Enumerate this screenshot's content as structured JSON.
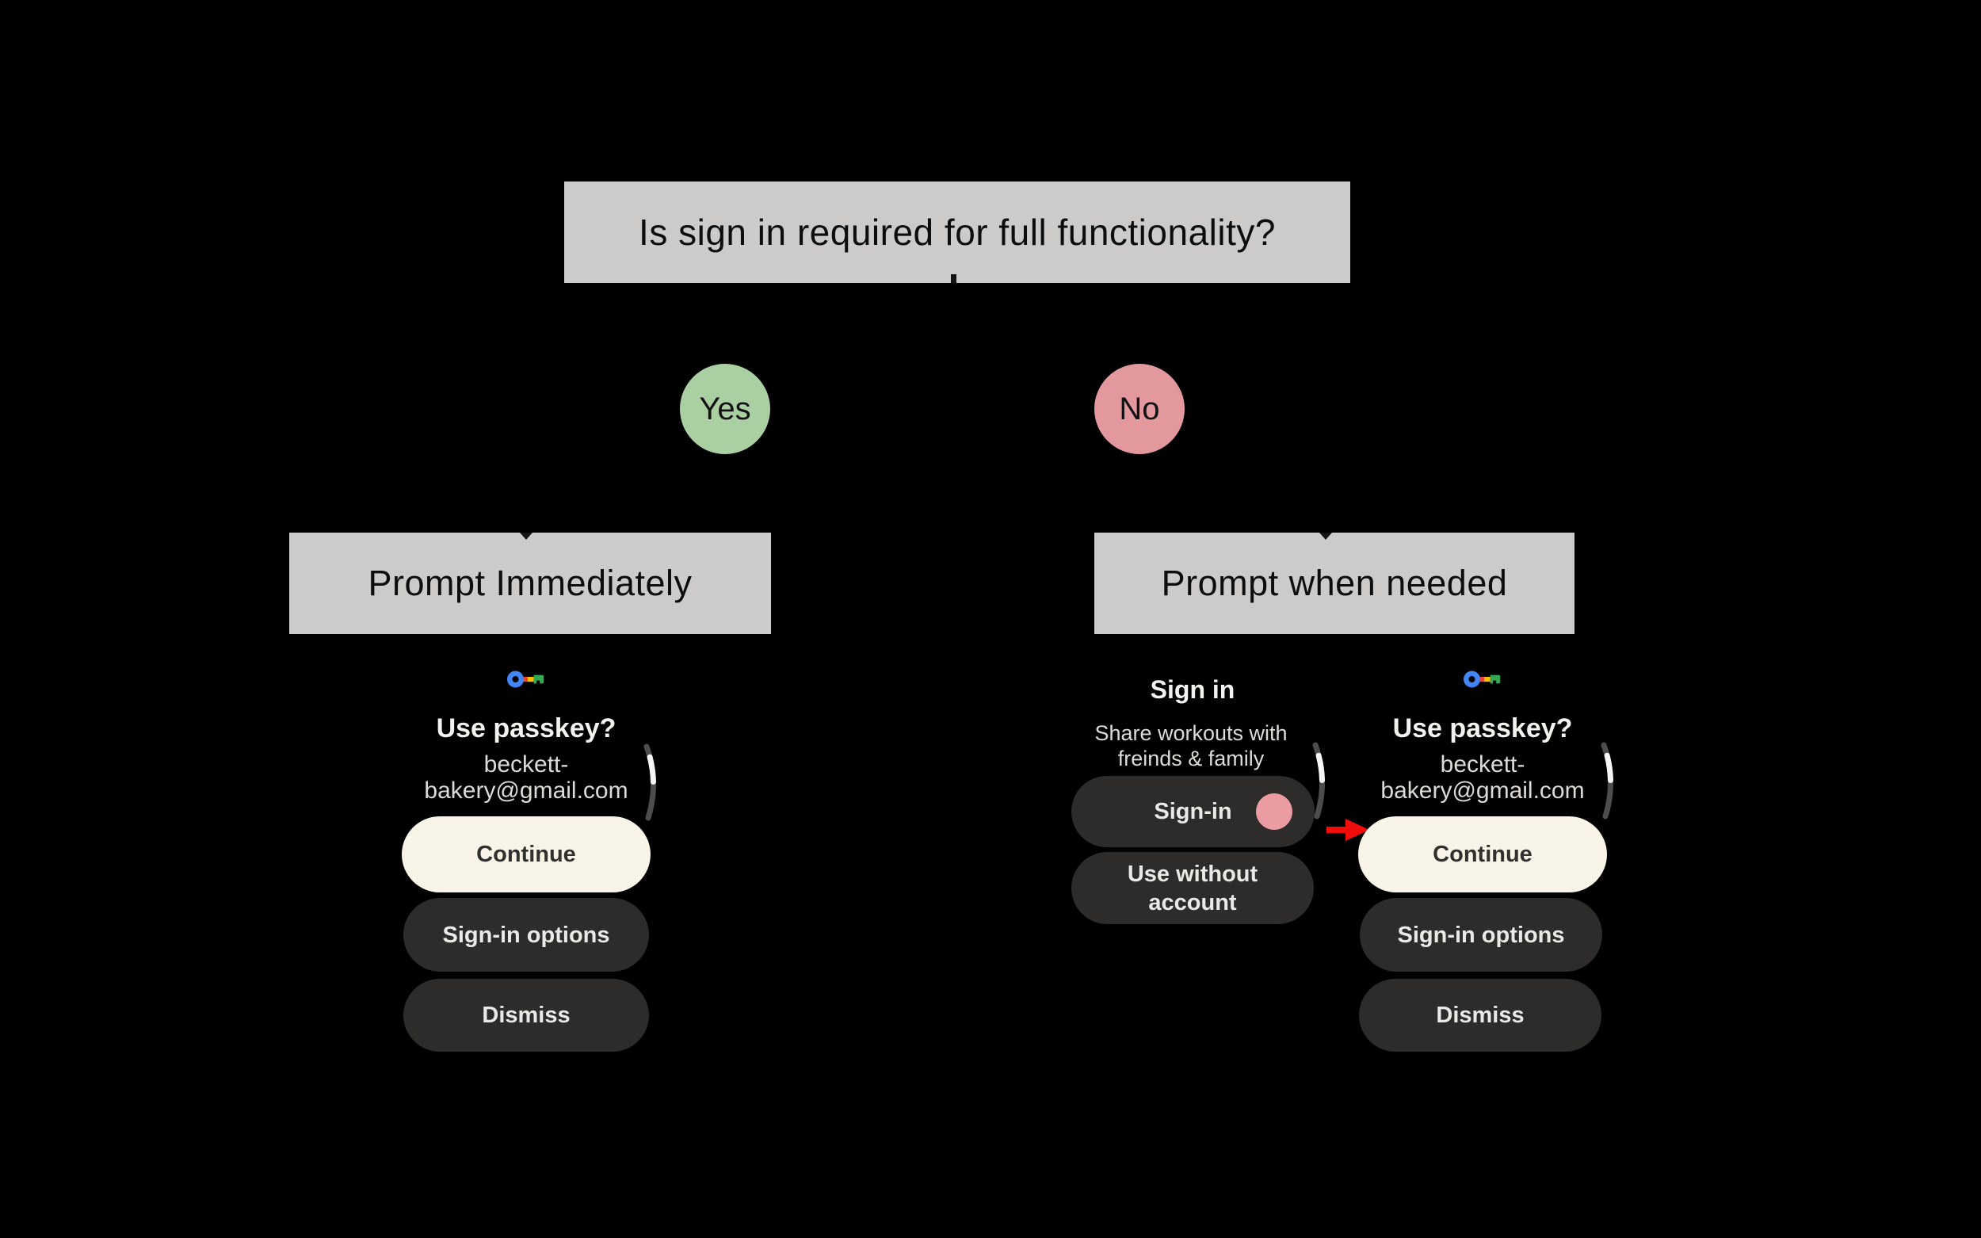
{
  "colors": {
    "background": "#000000",
    "flow_box_bg": "#cccbca",
    "flow_box_text": "#0d0d0d",
    "yes_circle": "#a9cfa3",
    "no_circle": "#e2989c",
    "cream_button": "#f8f4e7",
    "cream_button_text": "#30302e",
    "dark_button": "#2d2c2a",
    "dark_button_text": "#ebe9e5",
    "heading_text": "#f4f2ee",
    "body_text": "#dedbd7",
    "arrow_red": "#f20d0d",
    "tap_indicator": "#ea9ca2",
    "scroll_track": "#4d4d4d",
    "scroll_thumb": "#f5f5f5",
    "passkey_blue": "#4285f4",
    "passkey_red": "#ea4335",
    "passkey_yellow": "#fbbc04",
    "passkey_green": "#34a853"
  },
  "icons": {
    "passkey": "passkey-key-icon",
    "scroll": "scroll-position-indicator",
    "tap": "tap-indicator-dot",
    "arrow": "red-arrow-icon"
  },
  "flowchart": {
    "question": "Is sign in required for full functionality?",
    "yes_label": "Yes",
    "no_label": "No",
    "yes_outcome": "Prompt Immediately",
    "no_outcome": "Prompt when needed"
  },
  "passkey_dialog": {
    "title": "Use passkey?",
    "account_line1": "beckett-",
    "account_line2": "bakery@gmail.com",
    "continue_label": "Continue",
    "signin_options_label": "Sign-in options",
    "dismiss_label": "Dismiss"
  },
  "signin_dialog": {
    "title": "Sign in",
    "subtitle_line1": "Share workouts with",
    "subtitle_line2": "freinds & family",
    "signin_label": "Sign-in",
    "use_without_line1": "Use without",
    "use_without_line2": "account"
  }
}
